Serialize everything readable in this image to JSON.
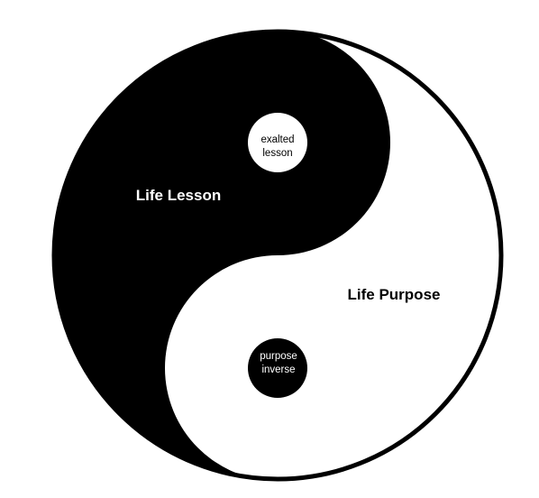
{
  "diagram": {
    "dark_half_label": "Life Lesson",
    "light_half_label": "Life Purpose",
    "dark_dot": {
      "line1": "exalted",
      "line2": "lesson"
    },
    "light_dot": {
      "line1": "purpose",
      "line2": "inverse"
    }
  },
  "colors": {
    "dark": "#000000",
    "light": "#ffffff"
  }
}
